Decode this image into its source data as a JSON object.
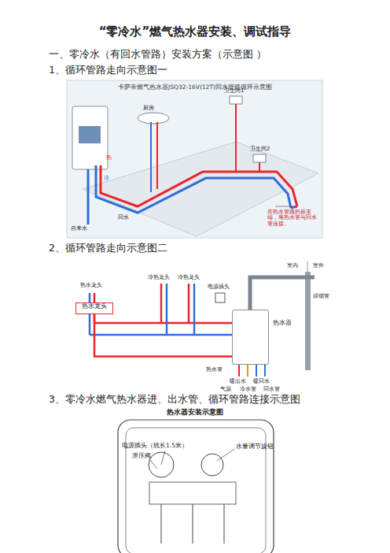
{
  "diagram": {
    "title": "“零冷水”燃气热水器安装、调试指导",
    "nodes": [
      {
        "text": [
          "热水器"
        ]
      },
      {
        "text": [
          "热水龙头"
        ]
      }
    ],
    "edges": [
      {
        "from": 0,
        "to": 1,
        "arrow": "none"
      }
    ],
    "labels": [
      "一、零冷水（有回水管路）安装方案（示意图 ）",
      "1、循环管路走向示意图一",
      "卡萨帝燃气热水器JSQ32-16V(12T)回水管路循环示意图",
      "卫生间1",
      "厨房",
      "卫生间2",
      "冷",
      "热",
      "自来水",
      "回水",
      "在热水管路的最末端，将热水管与回水管连接。",
      "2、循环管路走向示意图二",
      "热水龙头",
      "冷热龙头",
      "冷热龙头",
      "电源插头",
      "室内",
      "室外",
      "排烟管",
      "暖出水",
      "暖回水",
      "热水管",
      "气源",
      "冷水管",
      "回水管",
      "3、零冷水燃气热水器进、出水管、循环管路连接示意图",
      "热水器安装示意图",
      "电源插头（线长1.5米）",
      "泄压阀",
      "水量调节旋钮"
    ]
  }
}
